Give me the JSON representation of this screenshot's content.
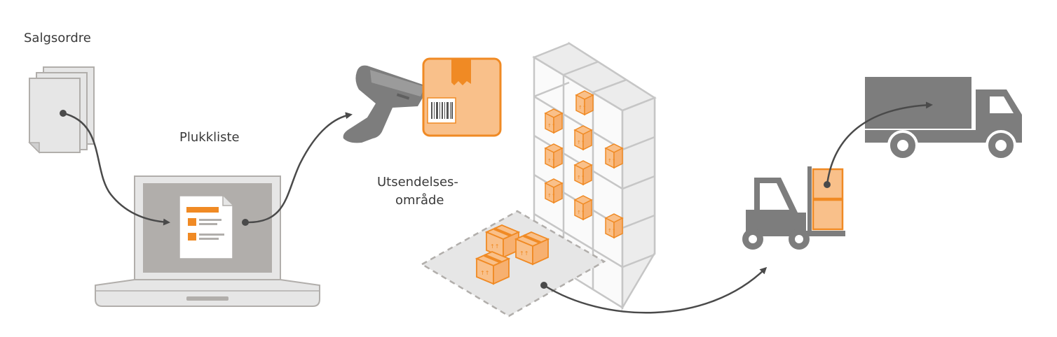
{
  "labels": {
    "sales_orders": "Salgsordre",
    "pick_list": "Plukkliste",
    "dispatch_area_line1": "Utsendelses-",
    "dispatch_area_line2": "område"
  },
  "colors": {
    "orange": "#f08a24",
    "orange_light": "#f9c08a",
    "gray_dark": "#7d7d7d",
    "gray_mid": "#b1aeab",
    "gray_light": "#e6e6e6",
    "arrow": "#4a4a4a"
  }
}
